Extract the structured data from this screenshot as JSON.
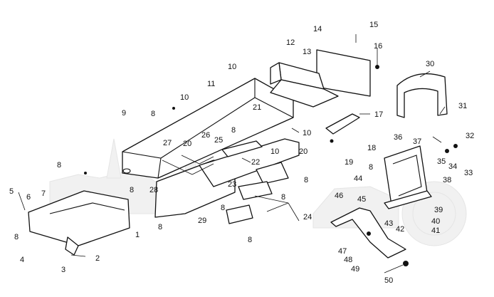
{
  "diagram": {
    "callouts": {
      "c1": "1",
      "c2": "2",
      "c3": "3",
      "c4": "4",
      "c5": "5",
      "c6": "6",
      "c7": "7",
      "c8a": "8",
      "c8b": "8",
      "c8c": "8",
      "c8d": "8",
      "c8e": "8",
      "c8f": "8",
      "c8g": "8",
      "c8h": "8",
      "c8i": "8",
      "c8j": "8",
      "c8k": "8",
      "c9": "9",
      "c10a": "10",
      "c10b": "10",
      "c10c": "10",
      "c10d": "10",
      "c11": "11",
      "c12": "12",
      "c13": "13",
      "c14": "14",
      "c15": "15",
      "c16": "16",
      "c17": "17",
      "c18": "18",
      "c19": "19",
      "c20a": "20",
      "c20b": "20",
      "c21": "21",
      "c22": "22",
      "c23": "23",
      "c24": "24",
      "c25": "25",
      "c26": "26",
      "c27": "27",
      "c28": "28",
      "c29": "29",
      "c30": "30",
      "c31": "31",
      "c32": "32",
      "c33": "33",
      "c34": "34",
      "c35": "35",
      "c36": "36",
      "c37": "37",
      "c38": "38",
      "c39": "39",
      "c40": "40",
      "c41": "41",
      "c42": "42",
      "c43": "43",
      "c44": "44",
      "c45": "45",
      "c46": "46",
      "c47": "47",
      "c48": "48",
      "c49": "49",
      "c50": "50"
    }
  }
}
